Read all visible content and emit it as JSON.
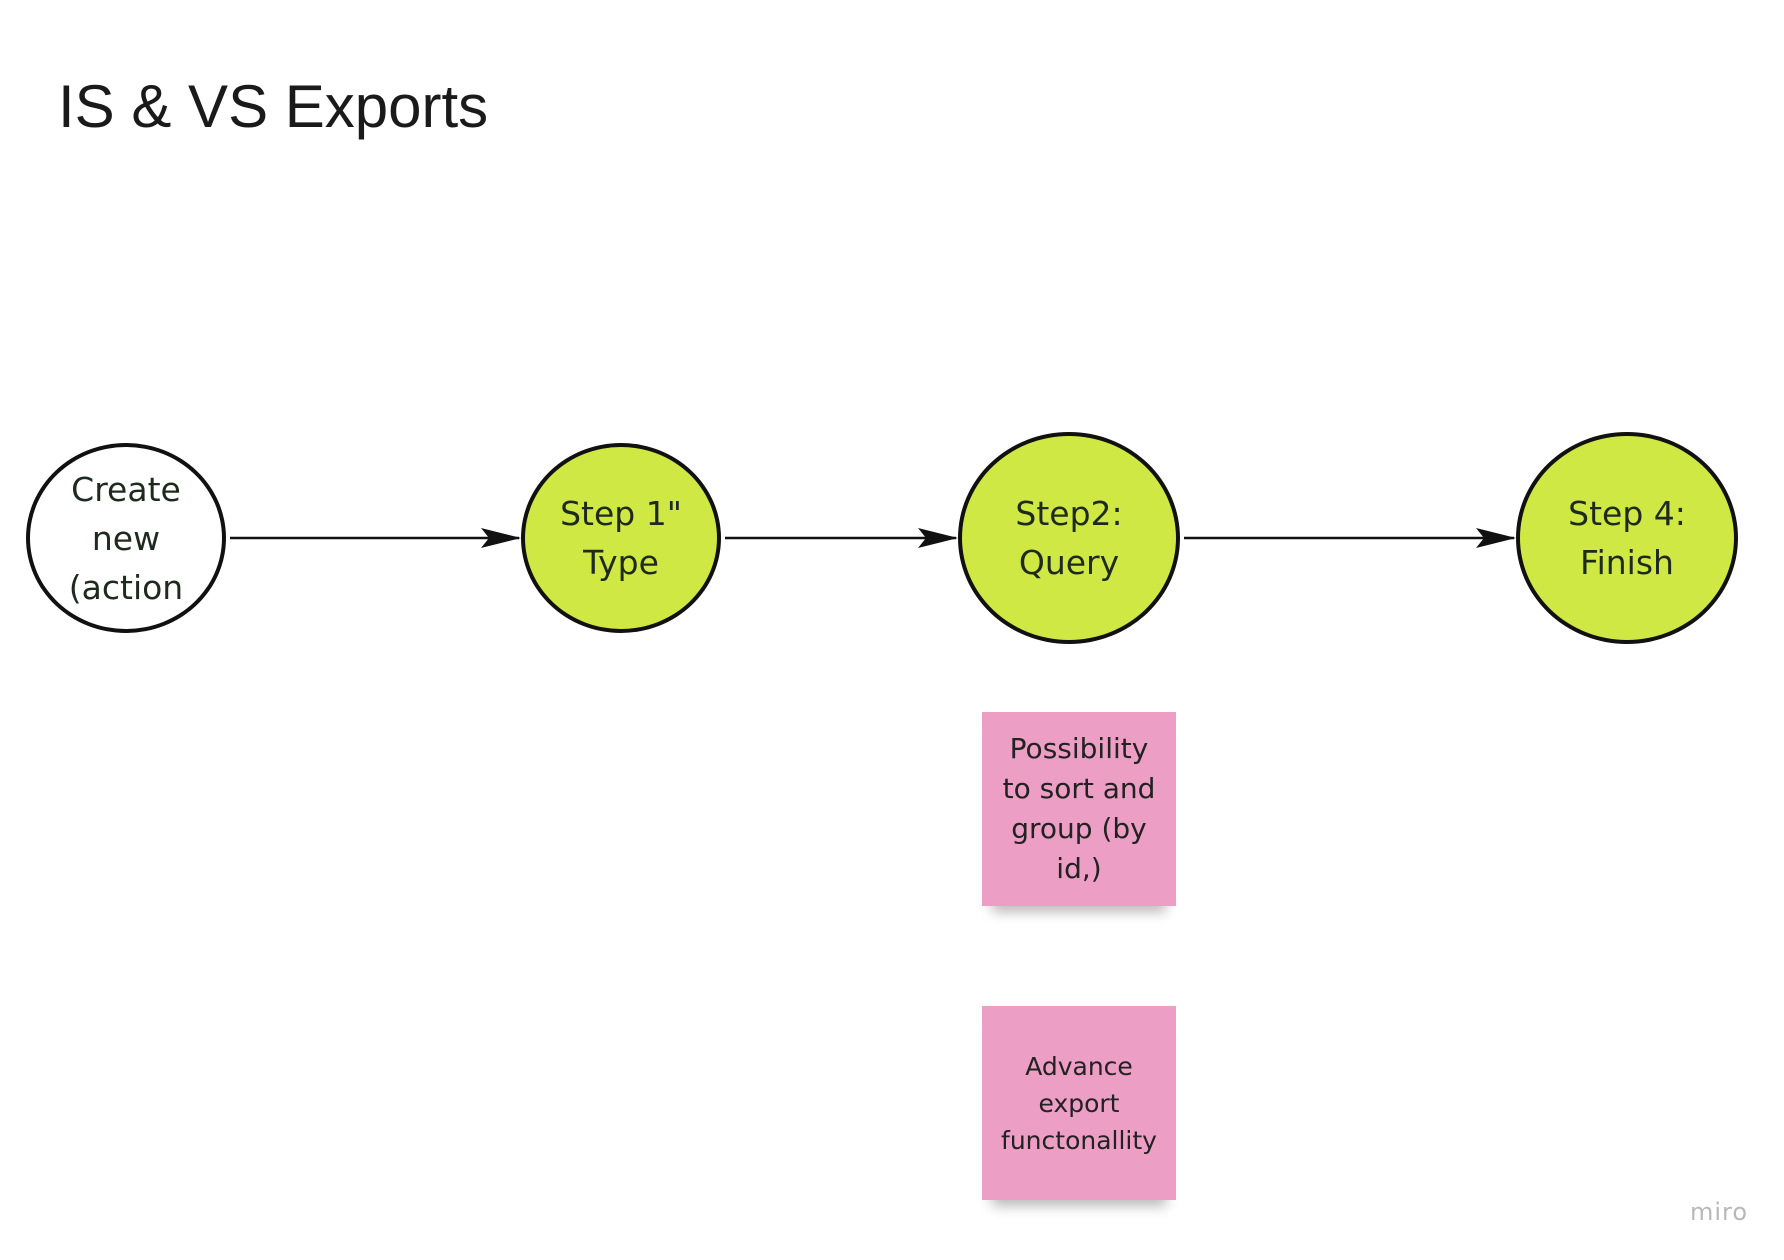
{
  "board": {
    "title": "IS & VS Exports",
    "watermark": "miro"
  },
  "flow": {
    "nodes": [
      {
        "id": "create",
        "label": "Create\nnew\n(action",
        "fill": "#ffffff"
      },
      {
        "id": "step1",
        "label": "Step 1\"\nType",
        "fill": "#cfe843"
      },
      {
        "id": "step2",
        "label": "Step2:\nQuery",
        "fill": "#cfe843"
      },
      {
        "id": "step4",
        "label": "Step 4:\nFinish",
        "fill": "#cfe843"
      }
    ],
    "connectors": [
      {
        "from": "create",
        "to": "step1"
      },
      {
        "from": "step1",
        "to": "step2"
      },
      {
        "from": "step2",
        "to": "step4"
      }
    ]
  },
  "stickies": [
    {
      "id": "sort",
      "text": "Possibility\nto sort and\ngroup (by\nid,)",
      "color": "#ec9ec5"
    },
    {
      "id": "advance",
      "text": "Advance\nexport\nfunctonallity",
      "color": "#ec9ec5"
    }
  ],
  "colors": {
    "step_fill": "#cfe843",
    "stroke": "#111111",
    "sticky_pink": "#ec9ec5"
  }
}
